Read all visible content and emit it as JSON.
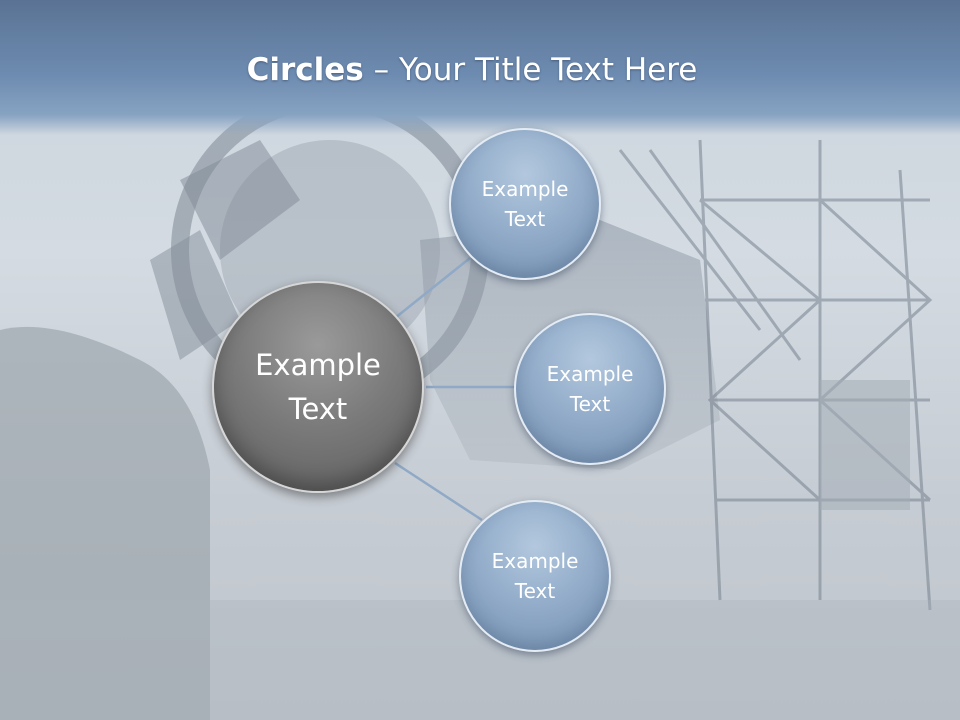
{
  "slide": {
    "title_bold": "Circles",
    "title_rest": " – Your Title Text Here"
  },
  "diagram": {
    "center": {
      "label": "Example\nText"
    },
    "satellites": [
      {
        "label": "Example\nText"
      },
      {
        "label": "Example\nText"
      },
      {
        "label": "Example\nText"
      }
    ]
  },
  "colors": {
    "title_band": "#6d8bb0",
    "center_circle": "#7b7b7b",
    "satellite_circle": "#93adca",
    "connector": "#8fa9c6"
  }
}
